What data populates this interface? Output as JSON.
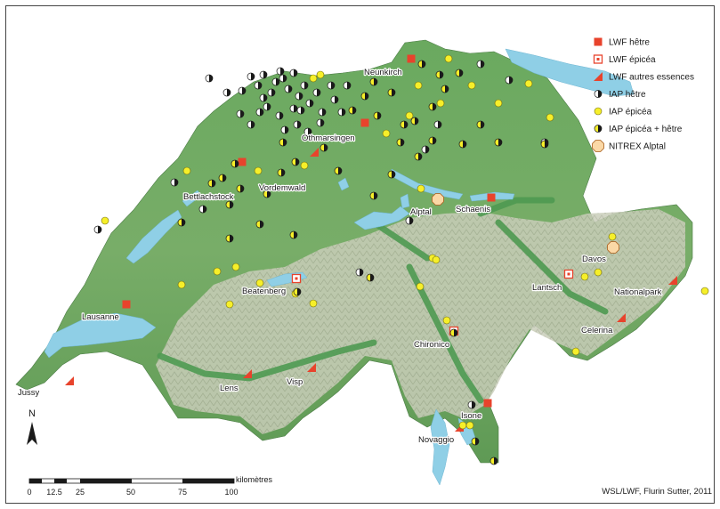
{
  "map": {
    "legend": [
      {
        "key": "lwf_hetre",
        "label": "LWF hêtre",
        "icon": "red-square-icon"
      },
      {
        "key": "lwf_epicea",
        "label": "LWF épicéa",
        "icon": "red-hollow-square-icon"
      },
      {
        "key": "lwf_autres",
        "label": "LWF autres essences",
        "icon": "red-triangle-icon"
      },
      {
        "key": "iap_hetre",
        "label": "IAP hêtre",
        "icon": "half-black-circle-icon"
      },
      {
        "key": "iap_epicea",
        "label": "IAP épicéa",
        "icon": "yellow-circle-icon"
      },
      {
        "key": "iap_mixed",
        "label": "IAP épicéa + hêtre",
        "icon": "yellow-black-circle-icon"
      },
      {
        "key": "nitrex",
        "label": "NITREX Alptal",
        "icon": "octagon-icon"
      }
    ],
    "places": [
      "Neunkirch",
      "Othmarsingen",
      "Vordemwald",
      "Bettlachstock",
      "Schaenis",
      "Alptal",
      "Davos",
      "Lantsch",
      "Nationalpark",
      "Beatenberg",
      "Lausanne",
      "Celerina",
      "Chironico",
      "Lens",
      "Visp",
      "Jussy",
      "Isone",
      "Novaggio"
    ],
    "north_label": "N",
    "scale": {
      "unit": "kilomètres",
      "ticks": [
        "0",
        "12.5",
        "25",
        "50",
        "75",
        "100"
      ]
    },
    "credit": "WSL/LWF, Flurin Sutter, 2011",
    "colors": {
      "lwf_red": "#e8432c",
      "iap_yellow": "#f6ef2a",
      "forest_green": "#5c9a58",
      "plateau_green": "#7fb06c",
      "alpine_gray": "#c7cbb7",
      "lake_blue": "#8fcfe6",
      "nitrex_fill": "#fbd8a6"
    }
  }
}
